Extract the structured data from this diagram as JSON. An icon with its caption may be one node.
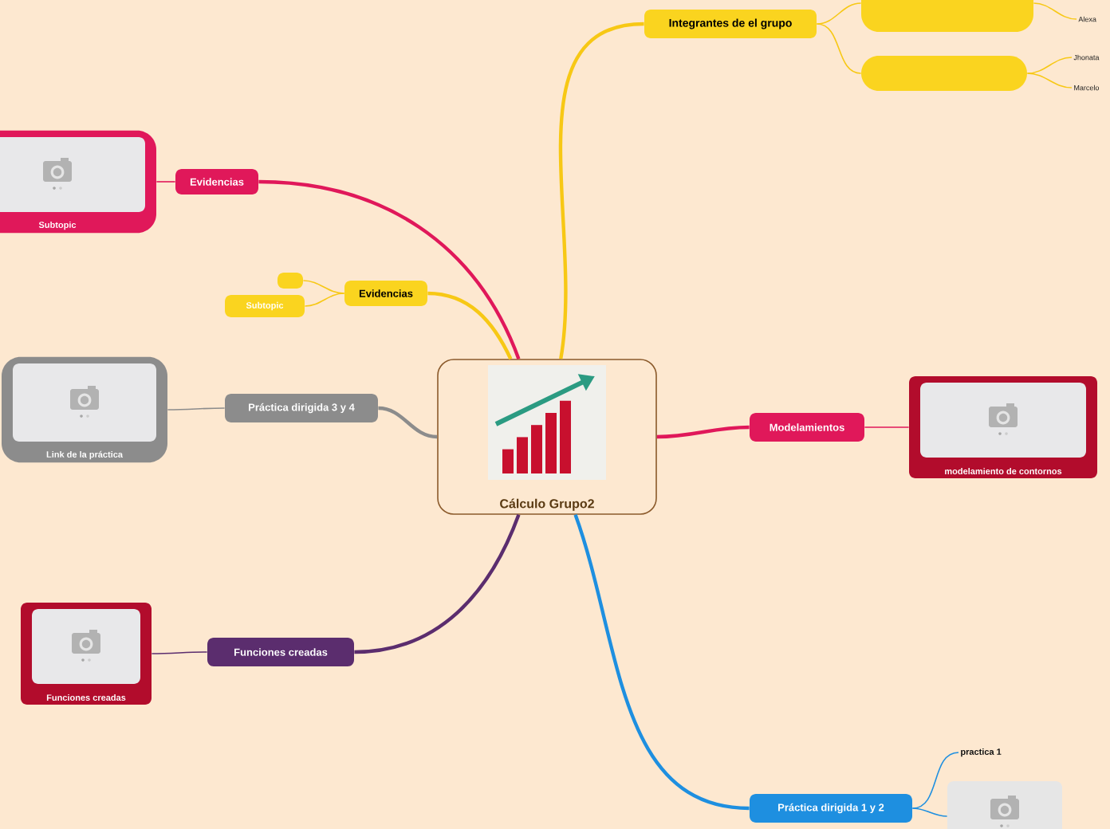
{
  "diagram": {
    "nodes": [
      {
        "text": [
          "Cálculo Grupo2"
        ]
      },
      {
        "text": [
          "Integrantes de el grupo"
        ]
      },
      {
        "text": [],
        "shape": "box"
      },
      {
        "text": [],
        "shape": "box"
      },
      {
        "text": [
          "Alexa"
        ]
      },
      {
        "text": [
          "Jhonata"
        ]
      },
      {
        "text": [
          "Marcelo"
        ]
      },
      {
        "text": [
          "Evidencias"
        ]
      },
      {
        "text": [
          "Subtopic"
        ]
      },
      {
        "text": [
          "Evidencias"
        ]
      },
      {
        "text": [],
        "shape": "box"
      },
      {
        "text": [
          "Subtopic"
        ]
      },
      {
        "text": [
          "Práctica dirigida 3 y 4"
        ]
      },
      {
        "text": [
          "Link de la práctica"
        ]
      },
      {
        "text": [
          "Funciones creadas"
        ]
      },
      {
        "text": [
          "Funciones creadas"
        ]
      },
      {
        "text": [
          "Modelamientos"
        ]
      },
      {
        "text": [
          "modelamiento de contornos"
        ]
      },
      {
        "text": [
          "Práctica dirigida 1 y 2"
        ]
      },
      {
        "text": [
          "practica 1"
        ]
      },
      {
        "text": [],
        "shape": "picture"
      }
    ],
    "edges": [
      {
        "from": 0,
        "to": 1,
        "arrow": "none",
        "color": "#f7c815"
      },
      {
        "from": 1,
        "to": 2,
        "arrow": "none",
        "color": "#f7c815"
      },
      {
        "from": 1,
        "to": 3,
        "arrow": "none",
        "color": "#f7c815"
      },
      {
        "from": 2,
        "to": 4,
        "arrow": "none",
        "color": "#f7c815"
      },
      {
        "from": 3,
        "to": 5,
        "arrow": "none",
        "color": "#f7c815"
      },
      {
        "from": 3,
        "to": 6,
        "arrow": "none",
        "color": "#f7c815"
      },
      {
        "from": 0,
        "to": 7,
        "arrow": "none",
        "color": "#e0185a"
      },
      {
        "from": 7,
        "to": 8,
        "arrow": "none",
        "color": "#e0185a"
      },
      {
        "from": 0,
        "to": 9,
        "arrow": "none",
        "color": "#f7c815"
      },
      {
        "from": 9,
        "to": 10,
        "arrow": "none",
        "color": "#f7c815"
      },
      {
        "from": 9,
        "to": 11,
        "arrow": "none",
        "color": "#f7c815"
      },
      {
        "from": 0,
        "to": 12,
        "arrow": "none",
        "color": "#8c8c8c"
      },
      {
        "from": 12,
        "to": 13,
        "arrow": "none",
        "color": "#8c8c8c"
      },
      {
        "from": 0,
        "to": 14,
        "arrow": "none",
        "color": "#5b2d6e"
      },
      {
        "from": 14,
        "to": 15,
        "arrow": "none",
        "color": "#5b2d6e"
      },
      {
        "from": 0,
        "to": 16,
        "arrow": "none",
        "color": "#e0185a"
      },
      {
        "from": 16,
        "to": 17,
        "arrow": "none",
        "color": "#e0185a"
      },
      {
        "from": 0,
        "to": 18,
        "arrow": "none",
        "color": "#1e8fe0"
      },
      {
        "from": 18,
        "to": 19,
        "arrow": "none",
        "color": "#1e8fe0"
      },
      {
        "from": 18,
        "to": 20,
        "arrow": "none",
        "color": "#1e8fe0"
      }
    ]
  }
}
